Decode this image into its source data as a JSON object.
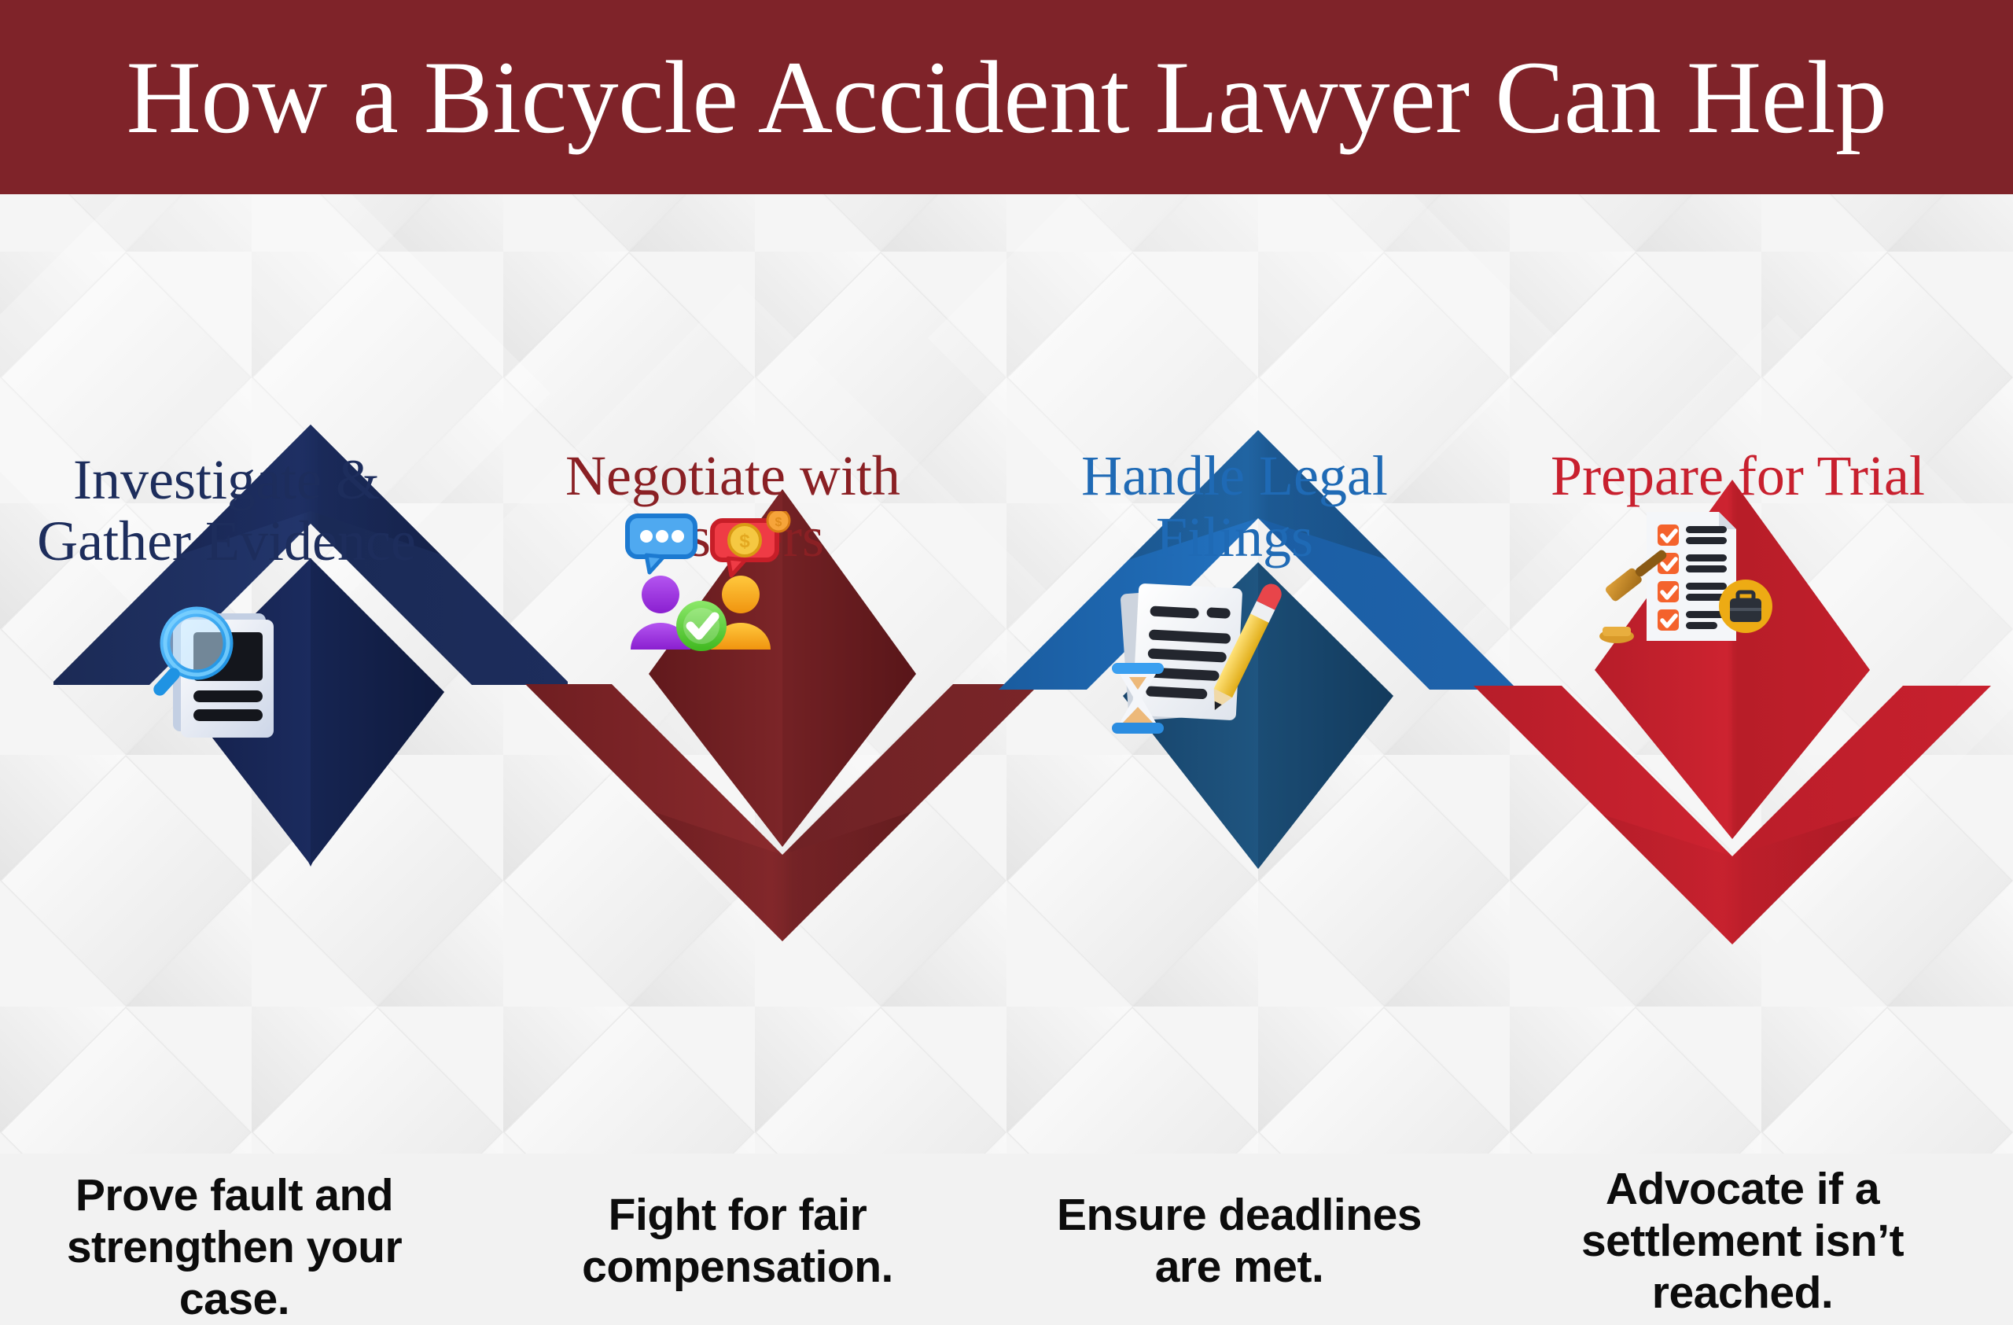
{
  "header": {
    "title": "How a Bicycle Accident Lawyer Can Help",
    "background_color": "#7f2329",
    "text_color": "#ffffff"
  },
  "background": {
    "base_color": "#f1f1f1",
    "pattern": "diagonal-diamond-lattice",
    "pattern_color": "#e3e3e3"
  },
  "steps": [
    {
      "index": 1,
      "heading": "Investigate & Gather Evidence",
      "heading_color": "#1d2d5c",
      "caption": "Prove fault and strengthen your case.",
      "caption_color": "#0c0c0c",
      "chevron_direction": "up",
      "chevron_color": "#1d2d5c",
      "chevron_shadow_color": "#162244",
      "diamond_color": "#17275a",
      "icon": "magnifier-document-icon"
    },
    {
      "index": 2,
      "heading": "Negotiate with Insurers",
      "heading_color": "#8a2024",
      "caption": "Fight for fair compensation.",
      "caption_color": "#0c0c0c",
      "chevron_direction": "down",
      "chevron_color": "#7d2326",
      "chevron_shadow_color": "#671c1f",
      "diamond_color": "#75272a",
      "icon": "negotiation-people-icon"
    },
    {
      "index": 3,
      "heading": "Handle Legal Filings",
      "heading_color": "#1f6ab5",
      "caption": "Ensure deadlines are met.",
      "caption_color": "#0c0c0c",
      "chevron_direction": "up",
      "chevron_color": "#1f63ab",
      "chevron_shadow_color": "#195490",
      "diamond_color": "#1d4a73",
      "icon": "document-pencil-hourglass-icon"
    },
    {
      "index": 4,
      "heading": "Prepare for Trial",
      "heading_color": "#c8202e",
      "caption": "Advocate if a settlement isn’t reached.",
      "caption_color": "#0c0c0c",
      "chevron_direction": "down",
      "chevron_color": "#c8202e",
      "chevron_shadow_color": "#a81a26",
      "diamond_color": "#c8202e",
      "icon": "checklist-gavel-briefcase-icon"
    }
  ]
}
